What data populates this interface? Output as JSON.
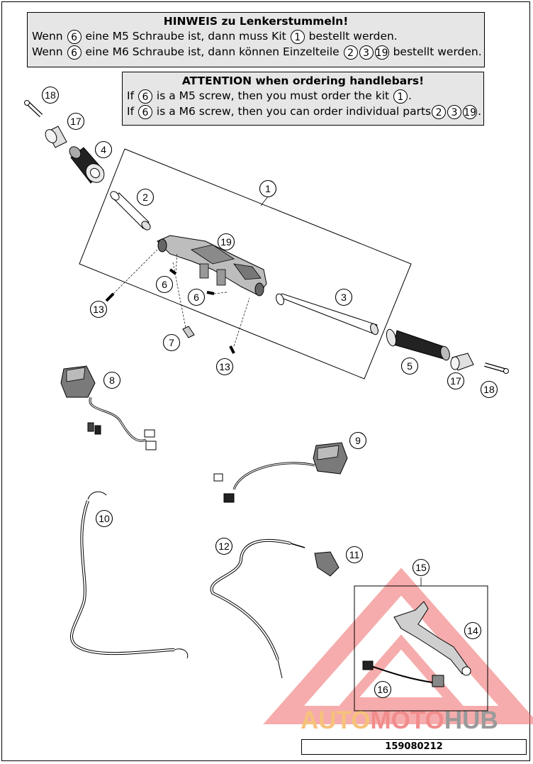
{
  "notice_de": {
    "title": "HINWEIS zu Lenkerstummeln!",
    "line1": {
      "p1": "Wenn",
      "c1": "6",
      "p2": "eine M5 Schraube ist, dann muss Kit",
      "c2": "1",
      "p3": "bestellt werden."
    },
    "line2": {
      "p1": "Wenn",
      "c1": "6",
      "p2": "eine M6 Schraube ist, dann können Einzelteile",
      "c2": "2",
      "c3": "3",
      "c4": "19",
      "p3": "bestellt werden."
    }
  },
  "notice_en": {
    "title": "ATTENTION when ordering handlebars!",
    "line1": {
      "p1": "If",
      "c1": "6",
      "p2": "is a M5 screw, then you must order the kit",
      "c2": "1",
      "p3": "."
    },
    "line2": {
      "p1": "If",
      "c1": "6",
      "p2": "is a M6 screw, then you can order individual parts",
      "c2": "2",
      "c3": "3",
      "c4": "19",
      "p3": "."
    }
  },
  "callouts": {
    "c1": "1",
    "c2": "2",
    "c3": "3",
    "c4": "4",
    "c5": "5",
    "c6a": "6",
    "c6b": "6",
    "c7": "7",
    "c8": "8",
    "c9": "9",
    "c10": "10",
    "c11": "11",
    "c12": "12",
    "c13a": "13",
    "c13b": "13",
    "c14": "14",
    "c15": "15",
    "c16": "16",
    "c17a": "17",
    "c17b": "17",
    "c18a": "18",
    "c18b": "18",
    "c19": "19"
  },
  "watermark": {
    "part1": "AUTO",
    "part2": "MOTO",
    "part3": "HUB"
  },
  "footer": {
    "part_number": "159080212"
  }
}
